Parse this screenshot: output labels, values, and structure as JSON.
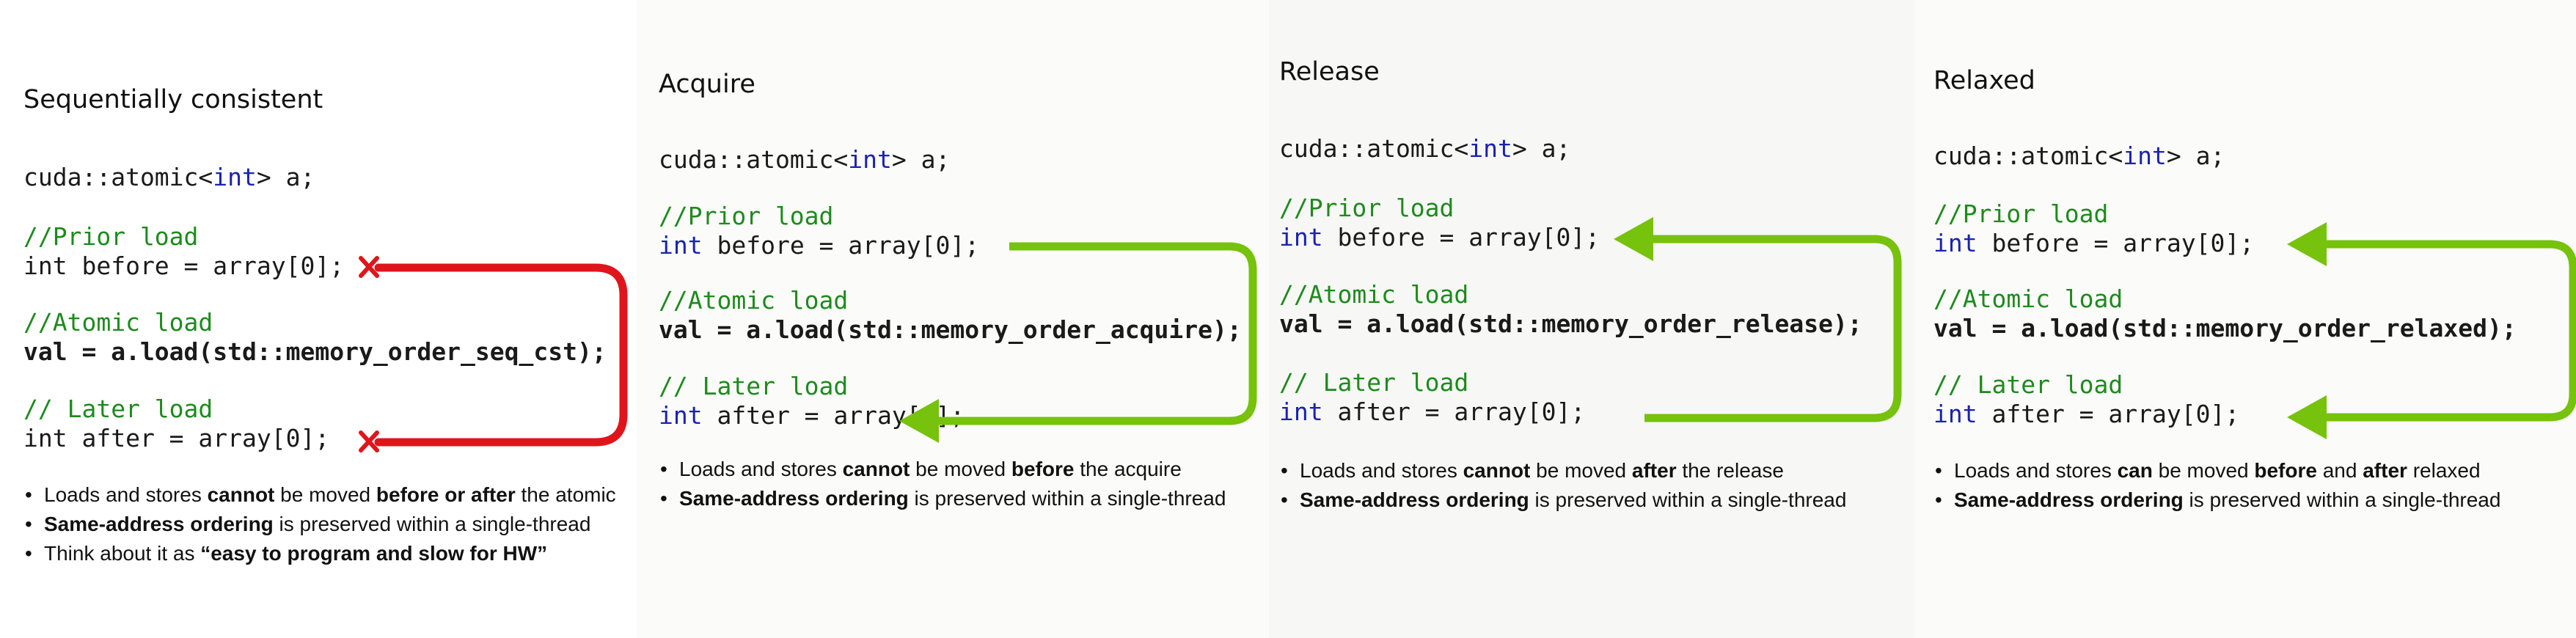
{
  "colors": {
    "comment": "#1e8a1e",
    "keyword": "#1a22b0",
    "red_arrow": "#e0151b",
    "green_arrow": "#76c20c"
  },
  "panels": {
    "seq": {
      "title": "Sequentially consistent",
      "decl": {
        "pre": "cuda::atomic<",
        "kw": "int",
        "post": "> a;"
      },
      "prior_comment": "//Prior load",
      "prior_kw": "",
      "prior_rest": "int before = array[0];",
      "atomic_comment": "//Atomic load",
      "atomic_line": "val = a.load(std::memory_order_seq_cst);",
      "later_comment": "// Later load",
      "later_kw": "",
      "later_rest": "int after = array[0];",
      "bullets": [
        {
          "a": "Loads and stores ",
          "b": "cannot",
          "c": " be moved ",
          "d": "before or after",
          "e": " the atomic"
        },
        {
          "a": "",
          "b": "Same-address ordering",
          "c": " is preserved within a single-thread",
          "d": "",
          "e": ""
        },
        {
          "a": "Think about it as ",
          "b": "“easy to program and slow for HW”",
          "c": "",
          "d": "",
          "e": ""
        }
      ]
    },
    "acq": {
      "title": "Acquire",
      "decl": {
        "pre": "cuda::atomic<",
        "kw": "int",
        "post": "> a;"
      },
      "prior_comment": "//Prior load",
      "prior_kw": "int",
      "prior_rest": " before = array[0];",
      "atomic_comment": "//Atomic load",
      "atomic_line": "val = a.load(std::memory_order_acquire);",
      "later_comment": "// Later load",
      "later_kw": "int",
      "later_rest": " after = array[0];",
      "bullets": [
        {
          "a": "Loads and stores ",
          "b": "cannot",
          "c": " be moved ",
          "d": "before",
          "e": " the acquire"
        },
        {
          "a": "",
          "b": "Same-address ordering",
          "c": " is preserved within a single-thread",
          "d": "",
          "e": ""
        }
      ]
    },
    "rel": {
      "title": "Release",
      "decl": {
        "pre": "cuda::atomic<",
        "kw": "int",
        "post": "> a;"
      },
      "prior_comment": "//Prior load",
      "prior_kw": "int",
      "prior_rest": " before = array[0];",
      "atomic_comment": "//Atomic load",
      "atomic_line": "val = a.load(std::memory_order_release);",
      "later_comment": "// Later load",
      "later_kw": "int",
      "later_rest": " after = array[0];",
      "bullets": [
        {
          "a": "Loads and stores ",
          "b": "cannot",
          "c": " be moved ",
          "d": "after",
          "e": " the release"
        },
        {
          "a": "",
          "b": "Same-address ordering",
          "c": " is preserved within a single-thread",
          "d": "",
          "e": ""
        }
      ]
    },
    "rlx": {
      "title": "Relaxed",
      "decl": {
        "pre": "cuda::atomic<",
        "kw": "int",
        "post": "> a;"
      },
      "prior_comment": "//Prior load",
      "prior_kw": "int",
      "prior_rest": " before = array[0];",
      "atomic_comment": "//Atomic load",
      "atomic_line": "val = a.load(std::memory_order_relaxed);",
      "later_comment": "// Later load",
      "later_kw": "int",
      "later_rest": " after = array[0];",
      "bullets": [
        {
          "a": "Loads and stores ",
          "b": "can",
          "c": " be moved ",
          "d": "before",
          "e": " and ",
          "f": "after",
          "g": " relaxed"
        },
        {
          "a": "",
          "b": "Same-address ordering",
          "c": " is preserved within a single-thread",
          "d": "",
          "e": ""
        }
      ]
    }
  }
}
